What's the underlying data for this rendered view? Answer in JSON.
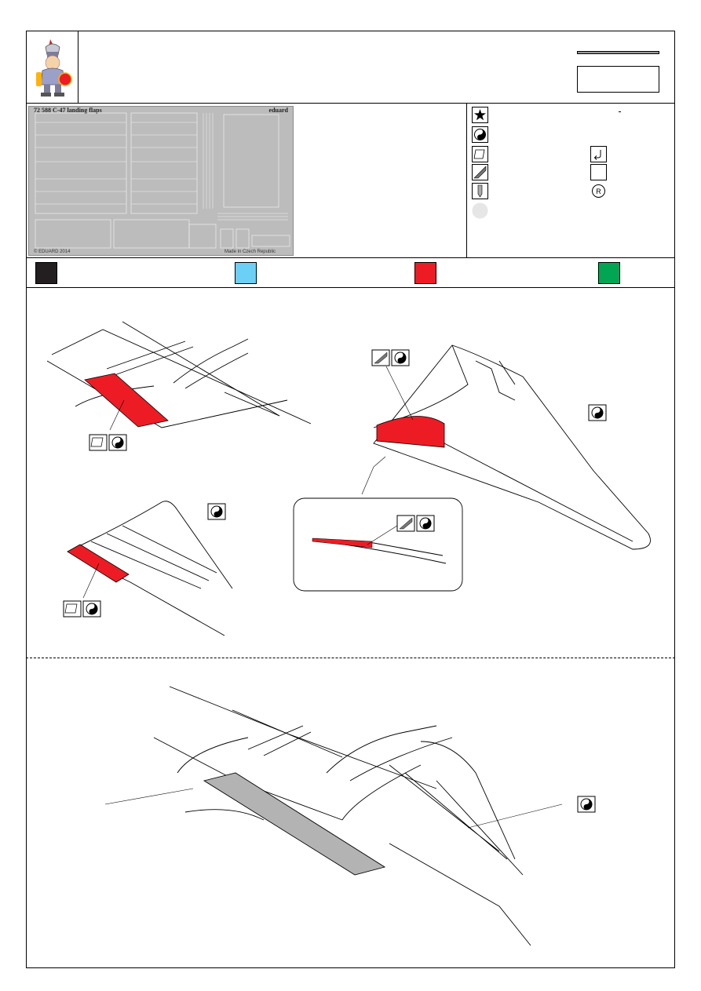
{
  "fret": {
    "title": "72 588  C-47 landing flaps",
    "brand": "eduard",
    "copyright": "© EDUARD 2014",
    "made_in": "Made in Czech Republic"
  },
  "colors": {
    "black": "#231f20",
    "blue": "#6ccff6",
    "red": "#ed1c24",
    "green": "#00a651",
    "flap_gray": "#b3b3b3"
  },
  "legend_icons": [
    "star-icon",
    "yin-yang-icon",
    "photo-etch-part-icon",
    "bend-icon",
    "hatched-part-icon",
    "blank-box-icon",
    "drill-icon",
    "remove-R-icon",
    "gray-circle-icon"
  ]
}
